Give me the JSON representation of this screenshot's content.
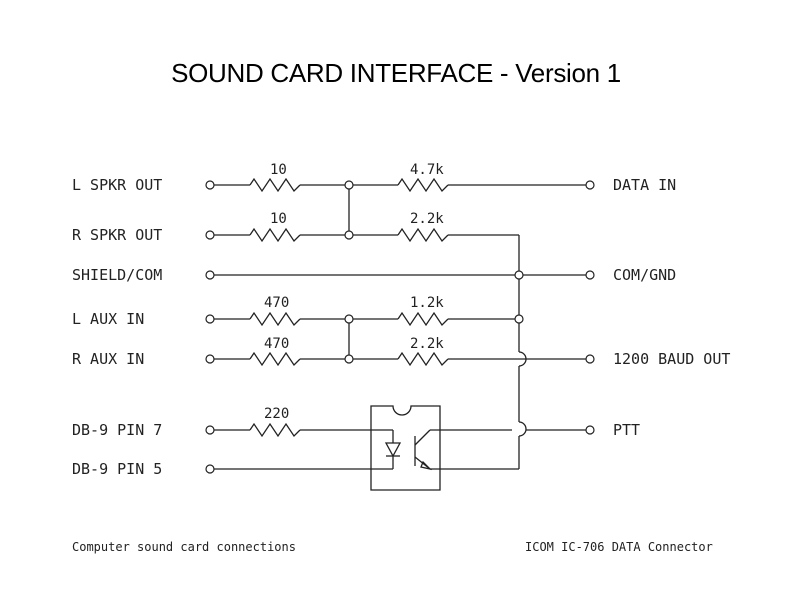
{
  "title": "SOUND CARD INTERFACE - Version 1",
  "left_labels": {
    "l_spkr_out": "L SPKR OUT",
    "r_spkr_out": "R SPKR OUT",
    "shield_com": "SHIELD/COM",
    "l_aux_in": "L AUX IN",
    "r_aux_in": "R AUX IN",
    "db9_pin7": "DB-9 PIN 7",
    "db9_pin5": "DB-9 PIN 5"
  },
  "right_labels": {
    "data_in": "DATA IN",
    "com_gnd": "COM/GND",
    "baud_out": "1200 BAUD OUT",
    "ptt": "PTT"
  },
  "resistors": {
    "r1": "10",
    "r2": "4.7k",
    "r3": "10",
    "r4": "2.2k",
    "r5": "470",
    "r6": "1.2k",
    "r7": "470",
    "r8": "2.2k",
    "r9": "220"
  },
  "footer": {
    "left": "Computer sound card connections",
    "right": "ICOM IC-706 DATA Connector"
  }
}
